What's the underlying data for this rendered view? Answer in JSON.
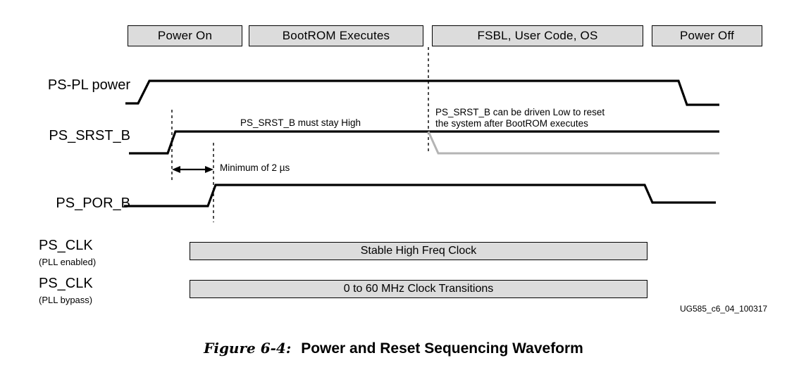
{
  "figure": {
    "number": "Figure 6-4:",
    "title": "Power and Reset Sequencing Waveform",
    "watermark": "UG585_c6_04_100317"
  },
  "phases": [
    {
      "label": "Power On"
    },
    {
      "label": "BootROM Executes"
    },
    {
      "label": "FSBL, User Code, OS"
    },
    {
      "label": "Power Off"
    }
  ],
  "signals": [
    {
      "name": "PS-PL power",
      "sub": ""
    },
    {
      "name": "PS_SRST_B",
      "sub": ""
    },
    {
      "name": "PS_POR_B",
      "sub": ""
    },
    {
      "name": "PS_CLK",
      "sub": "(PLL enabled)"
    },
    {
      "name": "PS_CLK",
      "sub": "(PLL bypass)"
    }
  ],
  "annotations": {
    "srst_high": "PS_SRST_B must stay High",
    "srst_low_line1": "PS_SRST_B can be driven Low to reset",
    "srst_low_line2": "the system after BootROM executes",
    "min_time": "Minimum of 2 µs"
  },
  "clock_bars": [
    {
      "label": "Stable High Freq Clock"
    },
    {
      "label": "0 to 60 MHz Clock Transitions"
    }
  ],
  "colors": {
    "box_fill": "#dcdcdc",
    "line": "#000000",
    "gray_line": "#b4b4b4"
  }
}
